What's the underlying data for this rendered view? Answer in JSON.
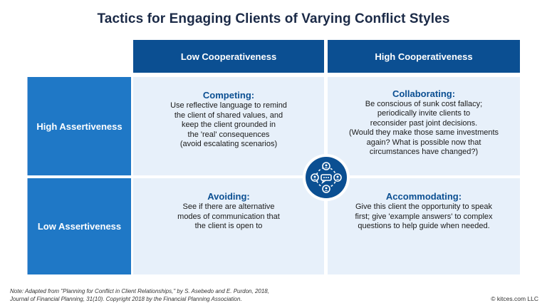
{
  "title": "Tactics for Engaging Clients of Varying Conflict Styles",
  "columns": {
    "low": "Low Cooperativeness",
    "high": "High Cooperativeness"
  },
  "rows": {
    "high": "High Assertiveness",
    "low": "Low Assertiveness"
  },
  "cells": {
    "competing": {
      "heading": "Competing:",
      "lines": [
        "Use reflective language to remind",
        "the client of shared values, and",
        "keep the client grounded in",
        "the 'real' consequences",
        "(avoid escalating scenarios)"
      ]
    },
    "collaborating": {
      "heading": "Collaborating:",
      "lines": [
        "Be conscious of sunk cost fallacy;",
        "periodically invite clients to",
        "reconsider past joint decisions.",
        "(Would they make those same investments",
        "again? What is possible now that",
        "circumstances have changed?)"
      ]
    },
    "avoiding": {
      "heading": "Avoiding:",
      "lines": [
        "See if there are alternative",
        "modes of communication that",
        "the client is open to"
      ]
    },
    "accommodating": {
      "heading": "Accommodating:",
      "lines": [
        "Give this client the opportunity to speak",
        "first; give 'example answers' to complex",
        "questions to help guide when needed."
      ]
    }
  },
  "icon": "people-network-icon",
  "colors": {
    "header_dark": "#0b4f92",
    "header_mid": "#1f78c6",
    "cell_bg": "#e7f0fa",
    "title": "#1b2a47"
  },
  "footer": {
    "note_line1": "Note: Adapted from \"Planning for Conflict in Client Relationships,\" by S. Asebedo and E. Purdon, 2018,",
    "note_line2": "Journal of Financial Planning, 31(10). Copyright 2018 by the Financial Planning Association.",
    "copyright": "© kitces.com LLC"
  }
}
